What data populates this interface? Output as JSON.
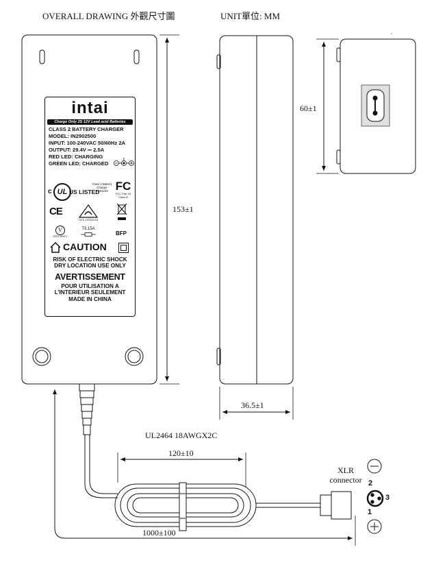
{
  "header": {
    "title": "OVERALL DRAWING 外觀尺寸圖",
    "unit": "UNIT單位: MM"
  },
  "dimensions": {
    "height": "153±1",
    "depth": "36.5±1",
    "end_width": "60±1",
    "coil": "120±10",
    "cable_length": "1000±100"
  },
  "cable": {
    "spec": "UL2464 18AWGX2C",
    "connector": "XLR\nconnector"
  },
  "xlr_pins": {
    "pin1": "1",
    "pin2": "2",
    "pin3": "3"
  },
  "label": {
    "brand": "intai",
    "banner": "Charge Only 2S 12V Lead acid Batteries",
    "class_line": "CLASS 2 BATTERY CHARGER",
    "model_line": "MODEL: IN2902500",
    "input_line": "INPUT: 100-240VAC 50/60Hz  2A",
    "output_line": "OUTPUT: 29.4V ⎓ 2.5A",
    "red_led": "RED LED: CHARGING",
    "green_led": "GREEN LED: CHARGED",
    "ul_caption": "Class 2 Battery Charger\nE491233",
    "ul_listed": "US LISTED",
    "c_mark": "c",
    "fcc_caption": "FCC Part 15\nClass B",
    "rcm_caption": "OCS-170025-EA",
    "efficiency": "EFFICIENCY",
    "fuse": "T3.15A",
    "bfp": "BFP",
    "caution": "CAUTION",
    "risk": "RISK OF ELECTRIC SHOCK",
    "dry": "DRY LOCATION USE ONLY",
    "avert": "AVERTISSEMENT",
    "pour": "POUR UTILISATION A",
    "interieur": "L'INTERIEUR SEULEMENT",
    "made": "MADE IN CHINA"
  }
}
